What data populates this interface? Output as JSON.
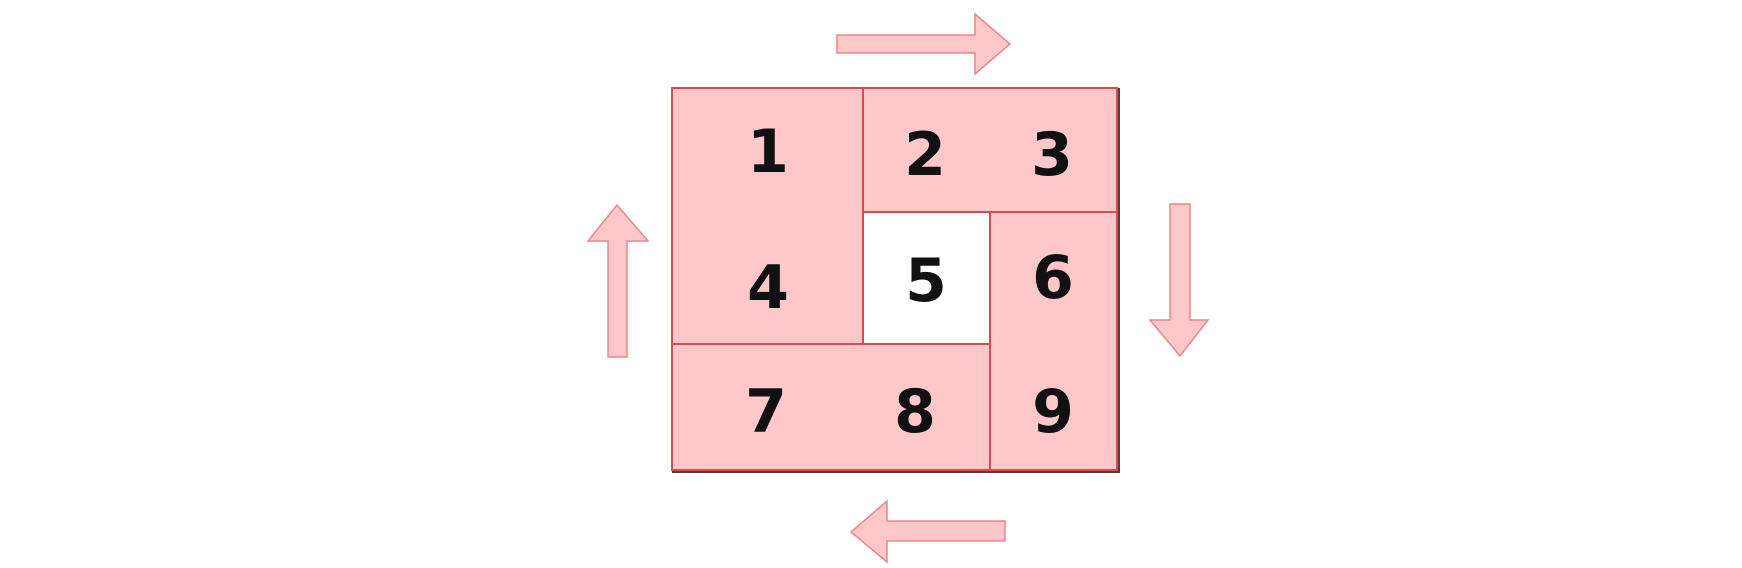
{
  "puzzle": {
    "cells": [
      {
        "id": "cell-1",
        "label": "1"
      },
      {
        "id": "cell-2",
        "label": "2"
      },
      {
        "id": "cell-3",
        "label": "3"
      },
      {
        "id": "cell-4",
        "label": "4"
      },
      {
        "id": "cell-5",
        "label": "5"
      },
      {
        "id": "cell-6",
        "label": "6"
      },
      {
        "id": "cell-7",
        "label": "7"
      },
      {
        "id": "cell-8",
        "label": "8"
      },
      {
        "id": "cell-9",
        "label": "9"
      }
    ],
    "tiles": [
      {
        "name": "tile-l-1-4",
        "cells": [
          "1",
          "4"
        ],
        "color": "#fec8ca"
      },
      {
        "name": "tile-2-3",
        "cells": [
          "2",
          "3"
        ],
        "color": "#fec8ca"
      },
      {
        "name": "tile-6-9",
        "cells": [
          "6",
          "9"
        ],
        "color": "#fec8ca"
      },
      {
        "name": "tile-7-8",
        "cells": [
          "7",
          "8"
        ],
        "color": "#fec8ca"
      },
      {
        "name": "tile-center-5",
        "cells": [
          "5"
        ],
        "color": "#ffffff"
      }
    ],
    "rotation_arrows": [
      "right",
      "down",
      "left",
      "up"
    ],
    "colors": {
      "tile_fill": "#fec8ca",
      "tile_border": "#d94a52",
      "arrow_fill": "#fec8ca",
      "arrow_border": "#e9868b",
      "number": "#111111"
    }
  }
}
